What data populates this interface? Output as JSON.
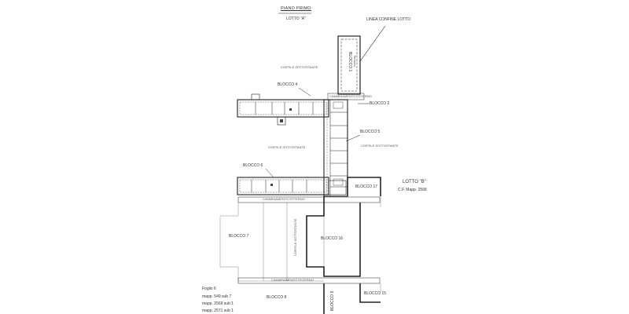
{
  "header": {
    "title": "PIANO PRIMO",
    "lotto_a": "LOTTO \"A\""
  },
  "labels": {
    "linea_confine": "LINEA CONFINE LOTTO",
    "blocco1": "BLOCCO 1",
    "blocco1_sub": "Terrazzo",
    "cortile_top": "CORTILE SOTTOSTANTE",
    "blocco4": "BLOCCO 4",
    "camminamento_top": "CAMMINAMENTO ESTERNO",
    "blocco2": "BLOCCO 2",
    "blocco5": "BLOCCO 5",
    "cortile_center": "CORTILE SOTTOSTANTE",
    "cortile_right": "CORTILE SOTTOSTANTE",
    "blocco6": "BLOCCO 6",
    "lotto_b": "LOTTO \"B\"",
    "cf_mapp": "C.F. Mapp. 2568",
    "blocco17": "BLOCCO 17",
    "camminamento_mid": "CAMMINAMENTO ESTERNO",
    "blocco7": "BLOCCO 7",
    "cortile_vertical": "CORTILE SOTTOSTANTE",
    "blocco16": "BLOCCO 16",
    "camminamento_bottom": "CAMMINAMENTO ESTERNO",
    "blocco8": "BLOCCO 8",
    "blocco9": "BLOCCO 9",
    "blocco15": "BLOCCO 15"
  },
  "legend": {
    "foglio": "Foglio  6",
    "mapp1": "mapp. 549 sub 7",
    "mapp2": "mapp. 2569 sub 1",
    "mapp3": "mapp. 2571 sub 1"
  }
}
